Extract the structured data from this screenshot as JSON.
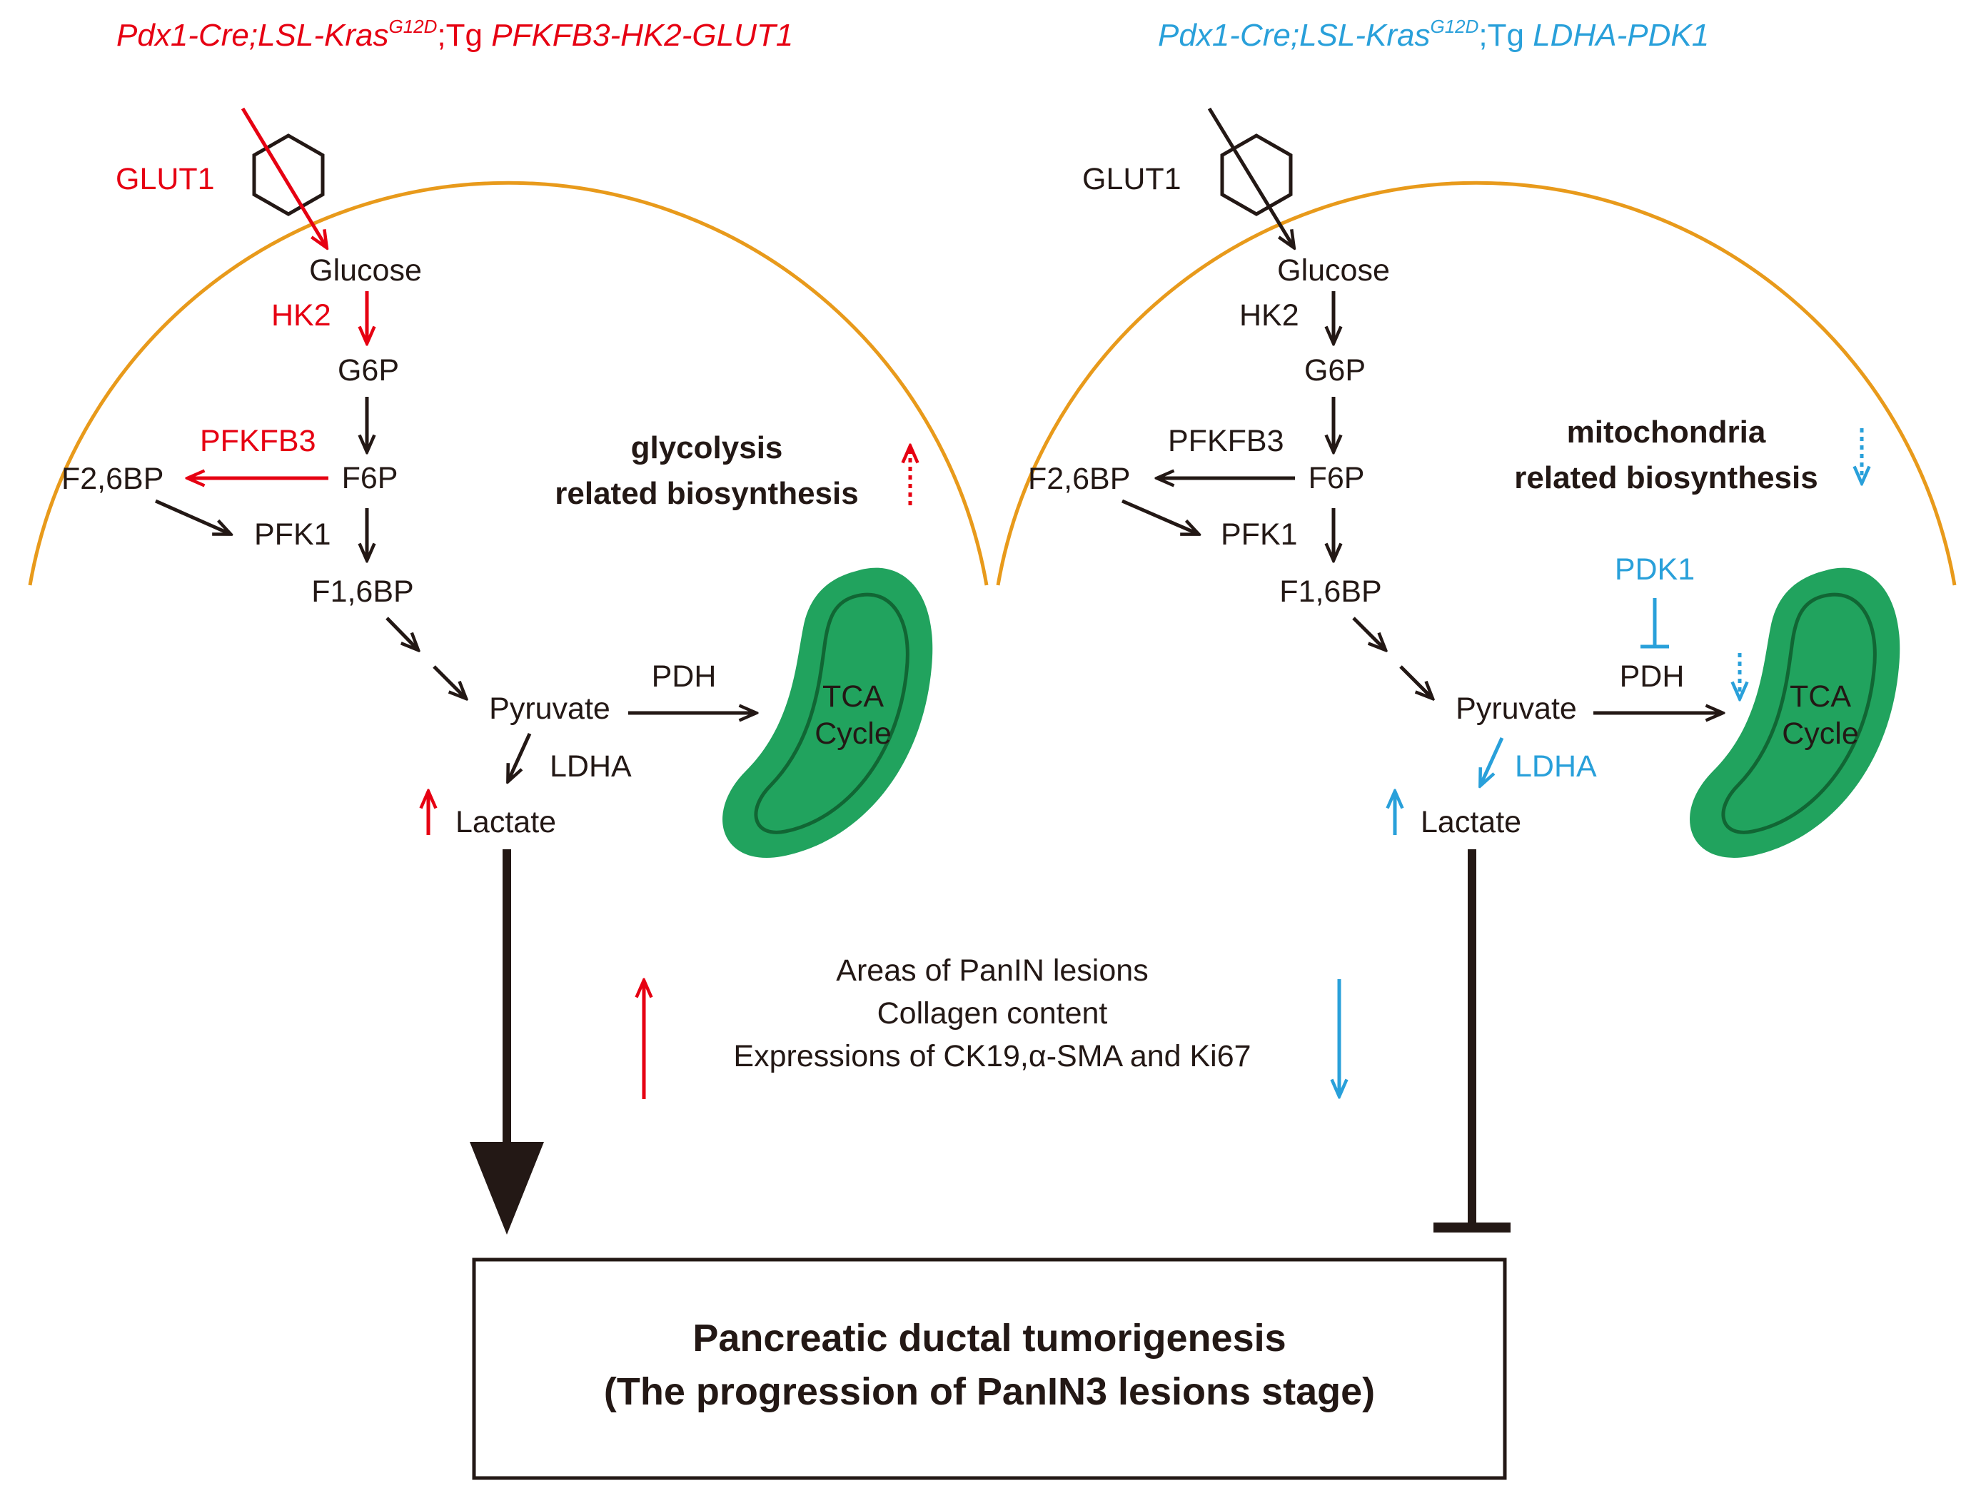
{
  "colors": {
    "red": "#e60012",
    "blue": "#29a0da",
    "dark": "#231815",
    "cell_membrane": "#e89a1b",
    "mito_fill": "#21a35e",
    "mito_line": "#116634"
  },
  "left": {
    "title_prefix": "Pdx1-Cre;LSL-Kras",
    "title_sup": "G12D",
    "title_mid": ";Tg ",
    "title_gene": "PFKFB3-HK2-GLUT1",
    "glut1": "GLUT1",
    "glucose": "Glucose",
    "hk2": "HK2",
    "g6p": "G6P",
    "pfkfb3": "PFKFB3",
    "f6p": "F6P",
    "f26bp": "F2,6BP",
    "pfk1": "PFK1",
    "f16bp": "F1,6BP",
    "pyruvate": "Pyruvate",
    "pdh": "PDH",
    "ldha": "LDHA",
    "lactate": "Lactate",
    "tca_line1": "TCA",
    "tca_line2": "Cycle",
    "biosynth_line1": "glycolysis",
    "biosynth_line2": "related biosynthesis"
  },
  "right": {
    "title_prefix": "Pdx1-Cre;LSL-Kras",
    "title_sup": "G12D",
    "title_mid": ";Tg ",
    "title_gene": "LDHA-PDK1",
    "glut1": "GLUT1",
    "glucose": "Glucose",
    "hk2": "HK2",
    "g6p": "G6P",
    "pfkfb3": "PFKFB3",
    "f6p": "F6P",
    "f26bp": "F2,6BP",
    "pfk1": "PFK1",
    "f16bp": "F1,6BP",
    "pyruvate": "Pyruvate",
    "pdk1": "PDK1",
    "pdh": "PDH",
    "ldha": "LDHA",
    "lactate": "Lactate",
    "tca_line1": "TCA",
    "tca_line2": "Cycle",
    "biosynth_line1": "mitochondria",
    "biosynth_line2": "related biosynthesis"
  },
  "center": {
    "line1": "Areas of PanIN lesions",
    "line2": "Collagen content",
    "line3": "Expressions of CK19,α-SMA and Ki67"
  },
  "outcome": {
    "line1": "Pancreatic ductal tumorigenesis",
    "line2": "(The progression of PanIN3 lesions stage)"
  }
}
